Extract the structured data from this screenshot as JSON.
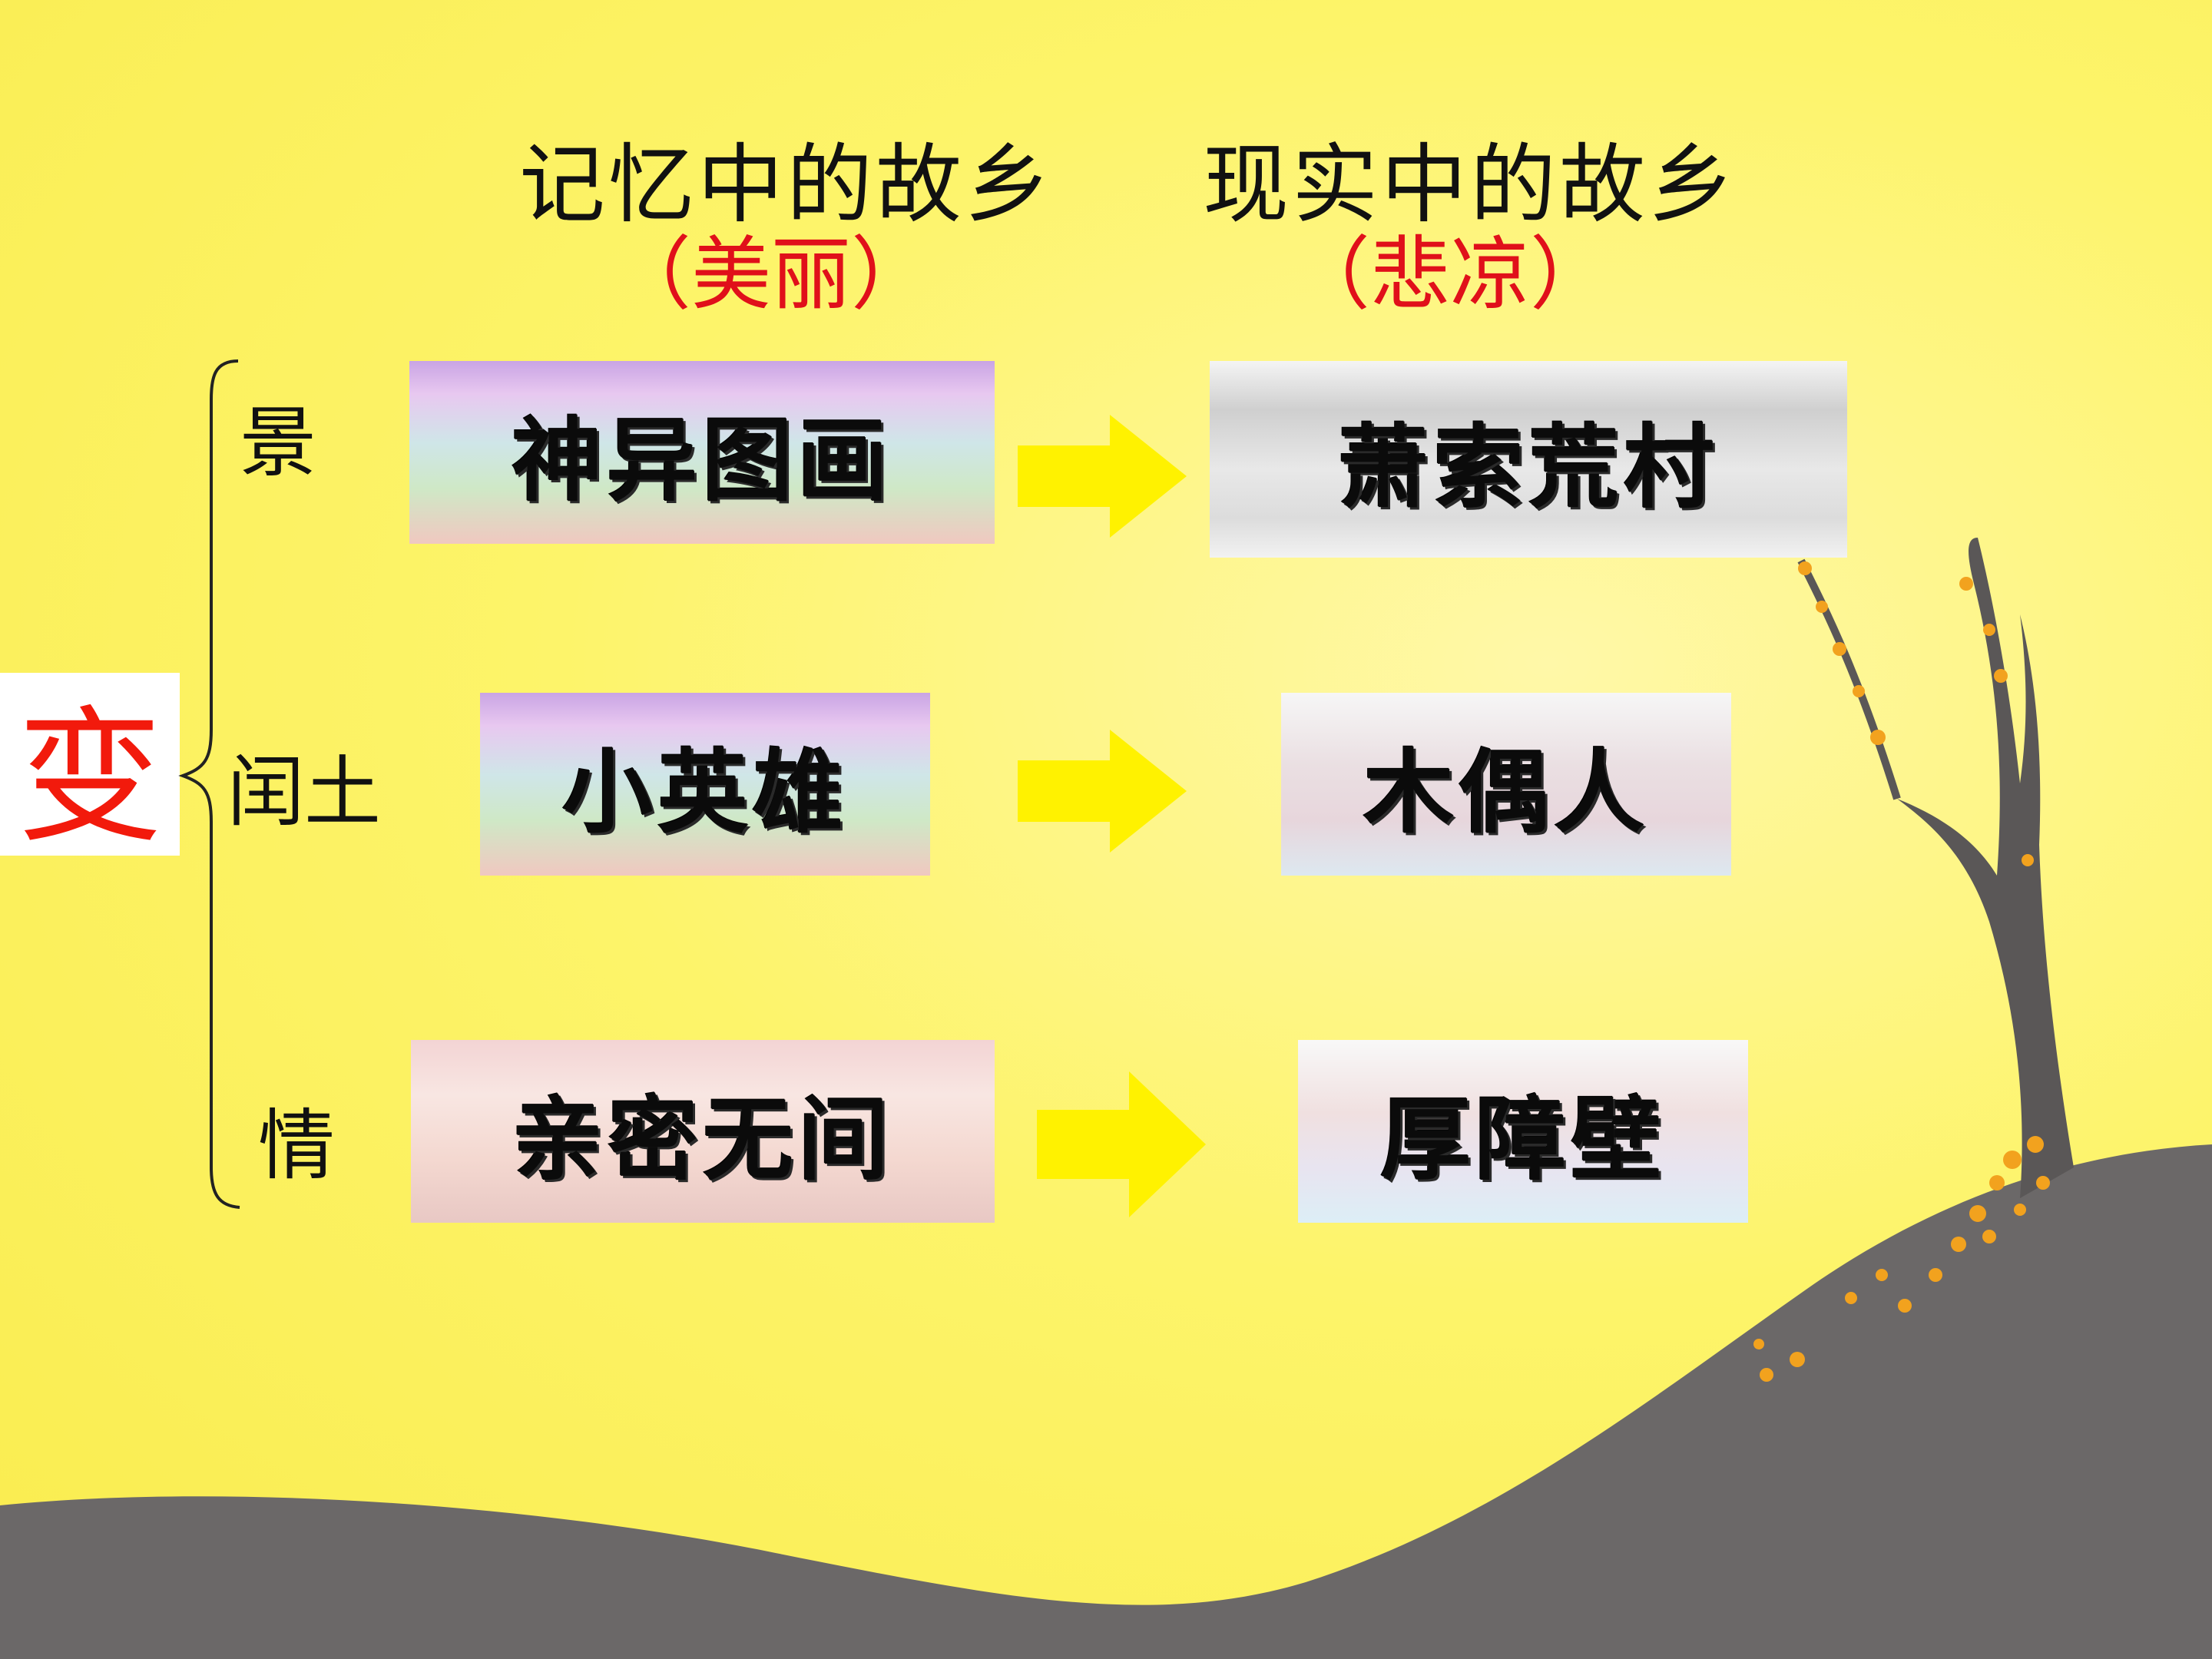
{
  "headings": {
    "memory": "记忆中的故乡",
    "memory_note": "（美丽）",
    "reality": "现实中的故乡",
    "reality_note": "（悲凉）"
  },
  "center_word": "变",
  "rows": [
    {
      "label": "景",
      "before": "神异图画",
      "after": "萧索荒村"
    },
    {
      "label": "闰土",
      "before": "小英雄",
      "after": "木偶人"
    },
    {
      "label": "情",
      "before": "亲密无间",
      "after": "厚障壁"
    }
  ],
  "colors": {
    "background": "#fdf35c",
    "note_red": "#e0101a",
    "center_red": "#f21a0c",
    "arrow_yellow": "#fff200",
    "hill_grey": "#6b6868",
    "blossom": "#f2a21e"
  },
  "icons": [
    "right-arrow-icon",
    "brace-icon"
  ]
}
